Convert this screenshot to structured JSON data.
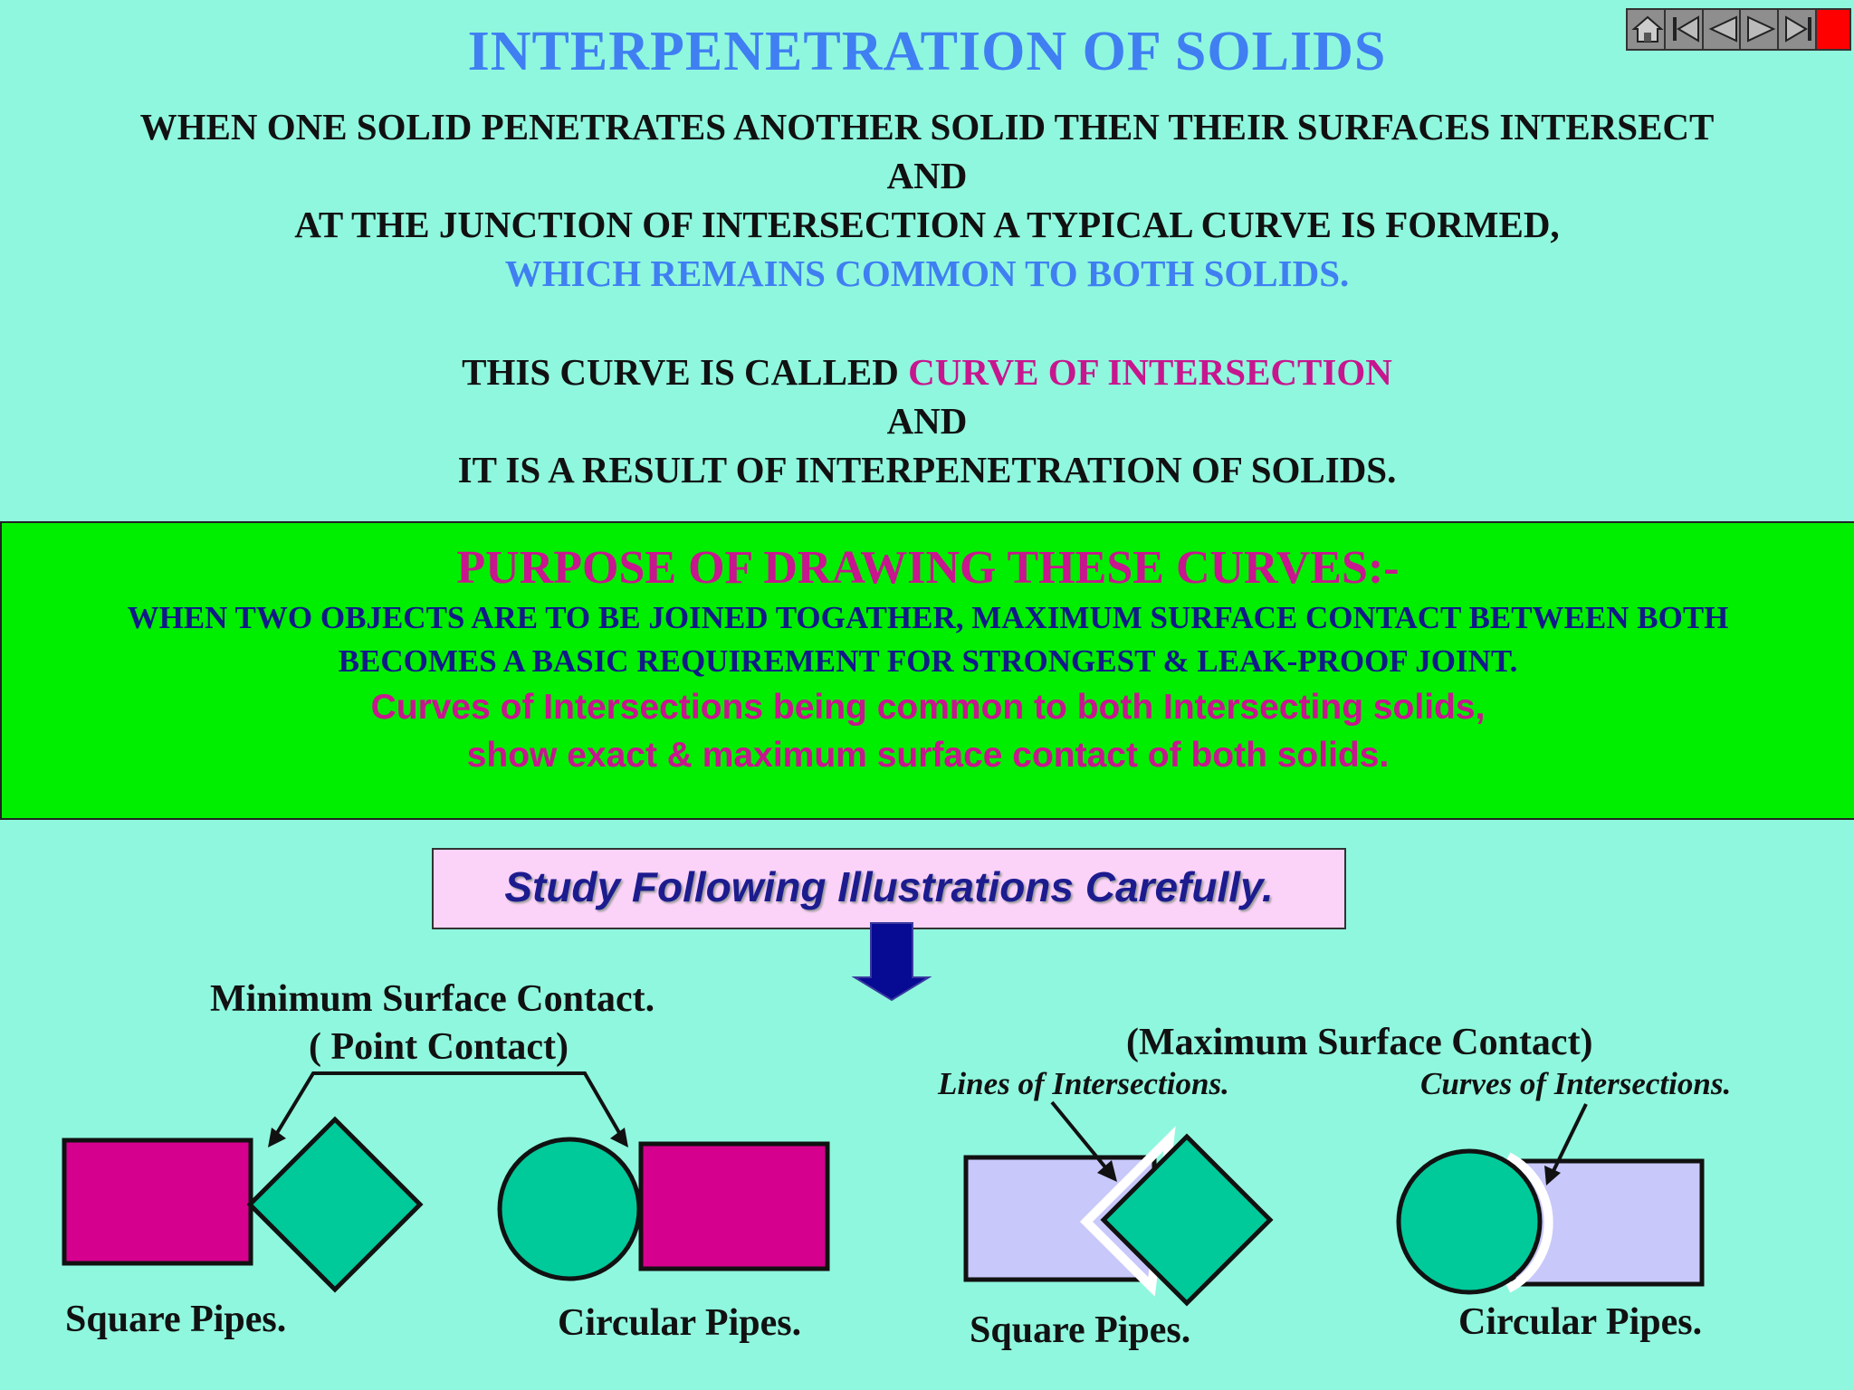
{
  "slide": {
    "title": "INTERPENETRATION OF SOLIDS",
    "intro": {
      "line1": "WHEN ONE SOLID PENETRATES ANOTHER SOLID THEN THEIR SURFACES INTERSECT",
      "line2": "AND",
      "line3": "AT THE JUNCTION OF INTERSECTION A TYPICAL CURVE IS FORMED,",
      "line4": "WHICH REMAINS COMMON TO BOTH SOLIDS.",
      "line5_prefix": "THIS CURVE IS CALLED ",
      "line5_highlight": "CURVE OF INTERSECTION",
      "line6": "AND",
      "line7": "IT IS A RESULT OF INTERPENETRATION OF SOLIDS."
    },
    "purpose": {
      "title": "PURPOSE OF DRAWING THESE CURVES:-",
      "line1": "WHEN TWO OBJECTS ARE TO BE JOINED TOGATHER, MAXIMUM SURFACE CONTACT BETWEEN BOTH",
      "line2": "BECOMES  A  BASIC  REQUIREMENT  FOR  STRONGEST  &  LEAK-PROOF  JOINT.",
      "line3": "Curves of Intersections being common to both Intersecting solids,",
      "line4": "show exact & maximum surface contact of both solids."
    },
    "study_prompt": "Study Following Illustrations Carefully.",
    "illustrations": {
      "minimum_label": "Minimum Surface Contact.",
      "point_label": "( Point Contact)",
      "maximum_label": "(Maximum Surface Contact)",
      "lines_label": "Lines of Intersections.",
      "curves_label": "Curves of Intersections.",
      "square_pipes_left": "Square Pipes.",
      "circular_pipes_left": "Circular Pipes.",
      "square_pipes_right": "Square Pipes.",
      "circular_pipes_right": "Circular Pipes."
    },
    "colors": {
      "background": "#8ff7de",
      "title_blue": "#3f7ff2",
      "magenta": "#c7168e",
      "purpose_green": "#00ee00",
      "navy": "#111a88",
      "pipe_magenta": "#d6008e",
      "pipe_teal": "#00c99a",
      "pipe_lavender": "#c8c8fb"
    },
    "nav_buttons": [
      "home-icon",
      "first-slide-icon",
      "previous-slide-icon",
      "next-slide-icon",
      "last-slide-icon",
      "stop-icon"
    ]
  }
}
